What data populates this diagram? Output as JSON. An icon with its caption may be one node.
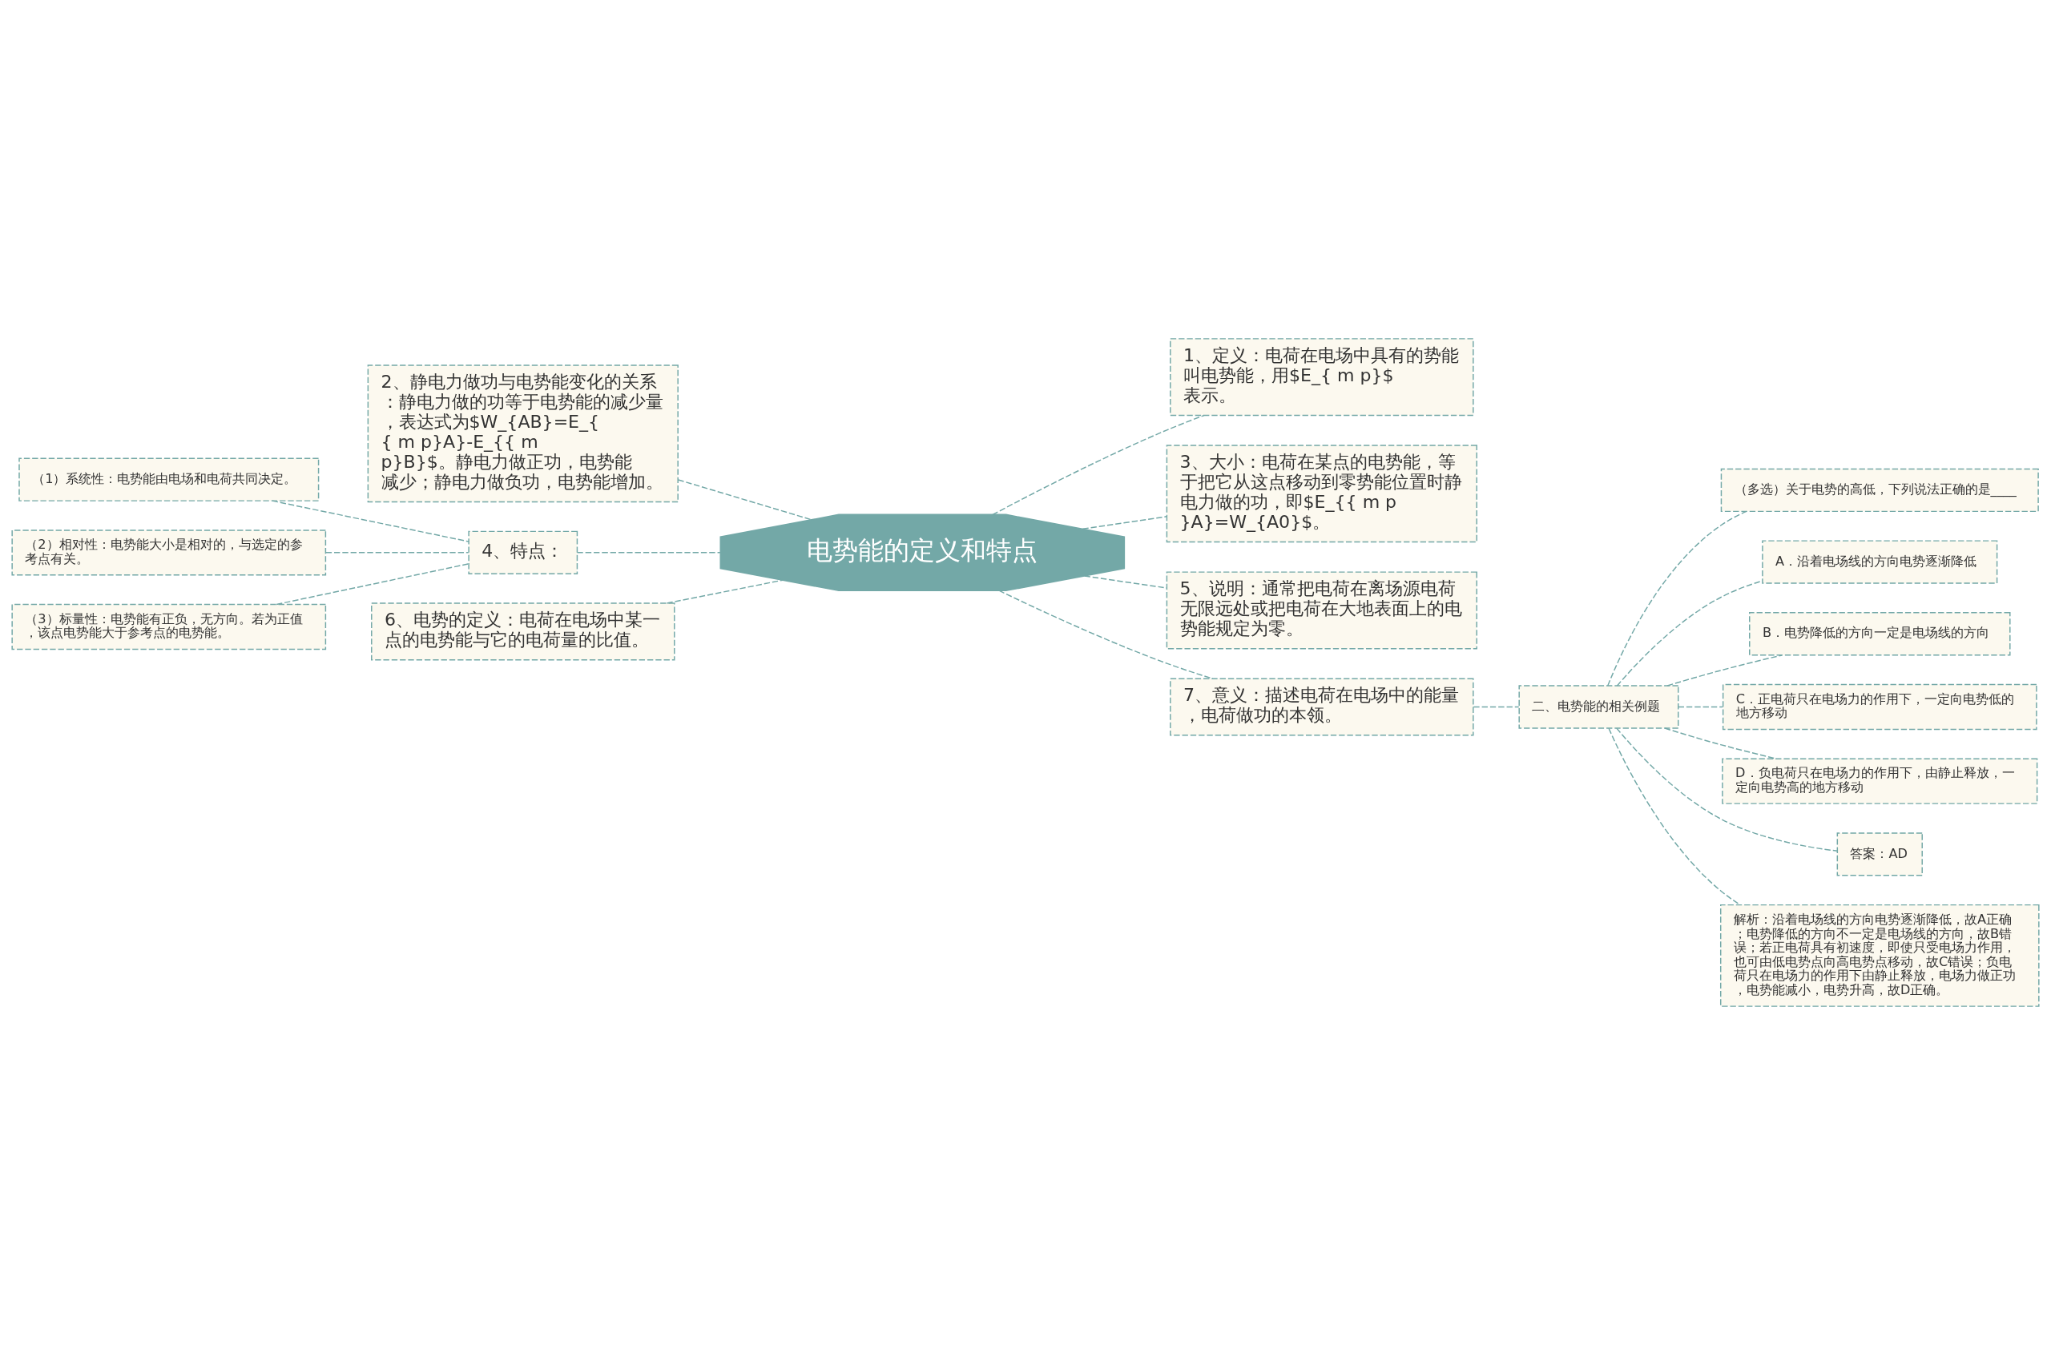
{
  "diagram": {
    "nodes": [
      {
        "text": [
          "电势能的定义和特点"
        ]
      },
      {
        "text": [
          "1、定义：电荷在电场中具有的势能叫电势能，用$E_{ m p}$表示。"
        ]
      },
      {
        "text": [
          "2、静电力做功与电势能变化的关系：静电力做的功等于电势能的减少量，表达式为$W_{AB}=E_{{ m p}A}-E_{{ m p}B}$。静电力做正功，电势能减少；静电力做负功，电势能增加。"
        ]
      },
      {
        "text": [
          "3、大小：电荷在某点的电势能，等于把它从这点移动到零势能位置时静电力做的功，即$E_{{ m p}A}=W_{A0}$。"
        ]
      },
      {
        "text": [
          "4、特点："
        ]
      },
      {
        "text": [
          "（1）系统性：电势能由电场和电荷共同决定。"
        ]
      },
      {
        "text": [
          "（2）相对性：电势能大小是相对的，与选定的参考点有关。"
        ]
      },
      {
        "text": [
          "（3）标量性：电势能有正负，无方向。若为正值，该点电势能大于参考点的电势能。"
        ]
      },
      {
        "text": [
          "5、说明：通常把电荷在离场源电荷无限远处或把电荷在大地表面上的电势能规定为零。"
        ]
      },
      {
        "text": [
          "6、电势的定义：电荷在电场中某一点的电势能与它的电荷量的比值。"
        ]
      },
      {
        "text": [
          "7、意义：描述电荷在电场中的能量，电荷做功的本领。"
        ]
      },
      {
        "text": [
          "二、电势能的相关例题"
        ]
      },
      {
        "text": [
          "（多选）关于电势的高低，下列说法正确的是____"
        ]
      },
      {
        "text": [
          "A．沿着电场线的方向电势逐渐降低"
        ]
      },
      {
        "text": [
          "B．电势降低的方向一定是电场线的方向"
        ]
      },
      {
        "text": [
          "C．正电荷只在电场力的作用下，一定向电势低的地方移动"
        ]
      },
      {
        "text": [
          "D．负电荷只在电场力的作用下，由静止释放，一定向电势高的地方移动"
        ]
      },
      {
        "text": [
          "答案：AD"
        ]
      },
      {
        "text": [
          "解析：沿着电场线的方向电势逐渐降低，故A正确；电势降低的方向不一定是电场线的方向，故B错误；若正电荷具有初速度，即使只受电场力作用，也可由低电势点向高电势点移动，故C错误；负电荷只在电场力的作用下由静止释放，电场力做正功，电势能减小，电势升高，故D正确。"
        ]
      }
    ],
    "edges": [
      {
        "from": 0,
        "to": 1,
        "arrow": "none",
        "style": "dashed"
      },
      {
        "from": 0,
        "to": 2,
        "arrow": "none",
        "style": "dashed"
      },
      {
        "from": 0,
        "to": 3,
        "arrow": "none",
        "style": "dashed"
      },
      {
        "from": 0,
        "to": 4,
        "arrow": "none",
        "style": "dashed"
      },
      {
        "from": 4,
        "to": 5,
        "arrow": "none",
        "style": "dashed"
      },
      {
        "from": 4,
        "to": 6,
        "arrow": "none",
        "style": "dashed"
      },
      {
        "from": 4,
        "to": 7,
        "arrow": "none",
        "style": "dashed"
      },
      {
        "from": 0,
        "to": 8,
        "arrow": "none",
        "style": "dashed"
      },
      {
        "from": 0,
        "to": 9,
        "arrow": "none",
        "style": "dashed"
      },
      {
        "from": 0,
        "to": 10,
        "arrow": "none",
        "style": "dashed"
      },
      {
        "from": 10,
        "to": 11,
        "arrow": "none",
        "style": "dashed"
      },
      {
        "from": 11,
        "to": 12,
        "arrow": "none",
        "style": "dashed"
      },
      {
        "from": 11,
        "to": 13,
        "arrow": "none",
        "style": "dashed"
      },
      {
        "from": 11,
        "to": 14,
        "arrow": "none",
        "style": "dashed"
      },
      {
        "from": 11,
        "to": 15,
        "arrow": "none",
        "style": "dashed"
      },
      {
        "from": 11,
        "to": 16,
        "arrow": "none",
        "style": "dashed"
      },
      {
        "from": 11,
        "to": 17,
        "arrow": "none",
        "style": "dashed"
      },
      {
        "from": 11,
        "to": 18,
        "arrow": "none",
        "style": "dashed"
      }
    ]
  }
}
